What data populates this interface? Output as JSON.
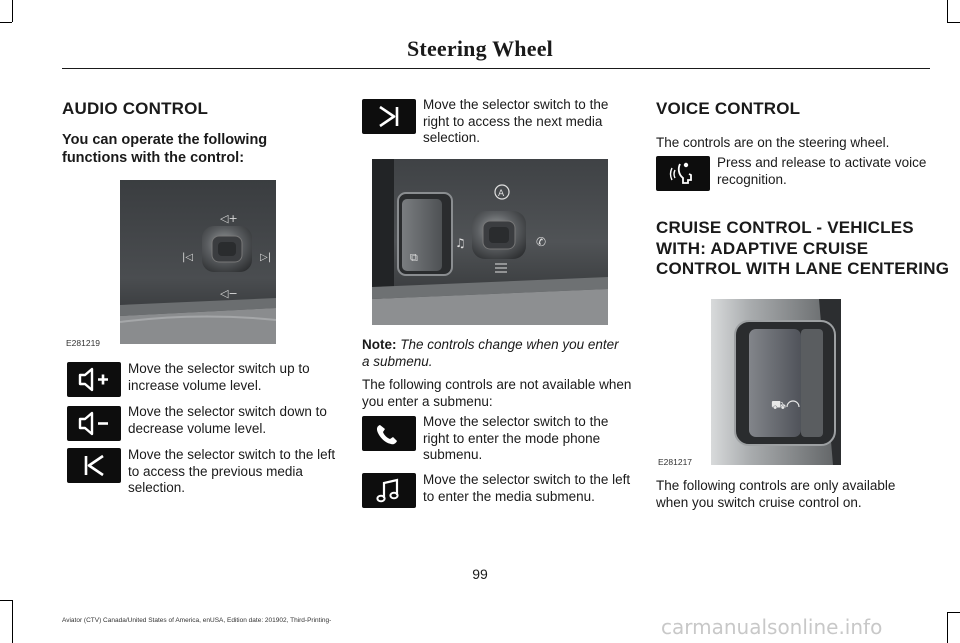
{
  "header": {
    "title": "Steering Wheel"
  },
  "audio": {
    "heading": "AUDIO CONTROL",
    "intro": [
      "You can operate the following",
      "functions with the control:"
    ],
    "figure_code": "E281219",
    "items": [
      {
        "icon": "volume-up-icon",
        "lines": [
          "Move the selector switch up to",
          "increase volume level."
        ]
      },
      {
        "icon": "volume-down-icon",
        "lines": [
          "Move the selector switch down to",
          "decrease volume level."
        ]
      },
      {
        "icon": "previous-track-icon",
        "lines": [
          "Move the selector switch to the left",
          "to access the previous media",
          "selection."
        ]
      }
    ]
  },
  "next": {
    "icon": "next-track-icon",
    "lines": [
      "Move the selector switch to the",
      "right to access the next media",
      "selection."
    ]
  },
  "note": {
    "label": "Note:",
    "lines": [
      "The controls change when you enter",
      "a submenu."
    ]
  },
  "submenu": {
    "intro": [
      "The following controls are not available when",
      "you enter a submenu:"
    ],
    "items": [
      {
        "icon": "phone-icon",
        "lines": [
          "Move the selector switch to the",
          "right to enter the mode phone",
          "submenu."
        ]
      },
      {
        "icon": "music-note-icon",
        "lines": [
          "Move the selector switch to the left",
          "to enter the media submenu."
        ]
      }
    ]
  },
  "voice": {
    "heading": "VOICE CONTROL",
    "text": "The controls are on the steering wheel.",
    "icon": "voice-recognition-icon",
    "item_lines": [
      "Press and release to activate voice",
      "recognition."
    ]
  },
  "cruise": {
    "heading_lines": [
      "CRUISE CONTROL - VEHICLES",
      "WITH: ADAPTIVE CRUISE",
      "CONTROL WITH LANE CENTERING"
    ],
    "figure_code": "E281217",
    "text_lines": [
      "The following controls are only available",
      "when you switch cruise control on."
    ]
  },
  "page_number": "99",
  "footer": "Aviator (CTV) Canada/United States of America, enUSA, Edition date: 201902, Third-Printing-",
  "watermark": "carmanualsonline.info"
}
